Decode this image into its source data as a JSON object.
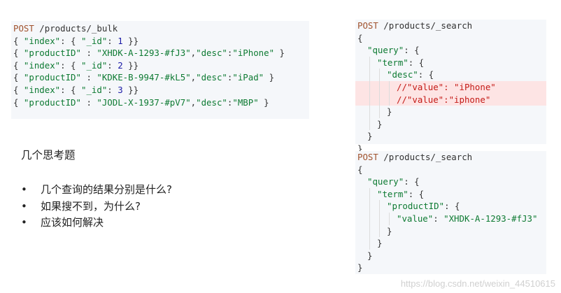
{
  "bulk": {
    "lines": [
      {
        "k": "POST",
        "t": " /products/_bulk"
      },
      {
        "t": "{ \"index\": { \"_id\": 1 }}"
      },
      {
        "t": "{ \"productID\" : \"XHDK-A-1293-#fJ3\",\"desc\":\"iPhone\" }"
      },
      {
        "t": "{ \"index\": { \"_id\": 2 }}"
      },
      {
        "t": "{ \"productID\" : \"KDKE-B-9947-#kL5\",\"desc\":\"iPad\" }"
      },
      {
        "t": "{ \"index\": { \"_id\": 3 }}"
      },
      {
        "t": "{ \"productID\" : \"JODL-X-1937-#pV7\",\"desc\":\"MBP\" }"
      }
    ]
  },
  "search1": {
    "lines": [
      {
        "k": "POST",
        "t": " /products/_search",
        "d": 0
      },
      {
        "t": "{",
        "d": 0
      },
      {
        "t": "\"query\": {",
        "d": 1
      },
      {
        "t": "\"term\": {",
        "d": 2
      },
      {
        "t": "\"desc\": {",
        "d": 3
      },
      {
        "t": "//\"value\": \"iPhone\"",
        "d": 4,
        "hl": true
      },
      {
        "t": "//\"value\":\"iphone\"",
        "d": 4,
        "hl": true
      },
      {
        "t": "}",
        "d": 3
      },
      {
        "t": "}",
        "d": 2
      },
      {
        "t": "}",
        "d": 1
      },
      {
        "t": "}",
        "d": 0
      }
    ]
  },
  "search2": {
    "lines": [
      {
        "k": "POST",
        "t": " /products/_search",
        "d": 0
      },
      {
        "t": "{",
        "d": 0
      },
      {
        "t": "\"query\": {",
        "d": 1
      },
      {
        "t": "\"term\": {",
        "d": 2
      },
      {
        "t": "\"productID\": {",
        "d": 3
      },
      {
        "t": "\"value\": \"XHDK-A-1293-#fJ3\"",
        "d": 4
      },
      {
        "t": "}",
        "d": 3
      },
      {
        "t": "}",
        "d": 2
      },
      {
        "t": "}",
        "d": 1
      },
      {
        "t": "}",
        "d": 0
      }
    ]
  },
  "notes": {
    "title": "几个思考题",
    "bullet": "•",
    "items": [
      "几个查询的结果分别是什么?",
      "如果搜不到，为什么?",
      "应该如何解决"
    ]
  },
  "watermark": "https://blog.csdn.net/weixin_44510615"
}
